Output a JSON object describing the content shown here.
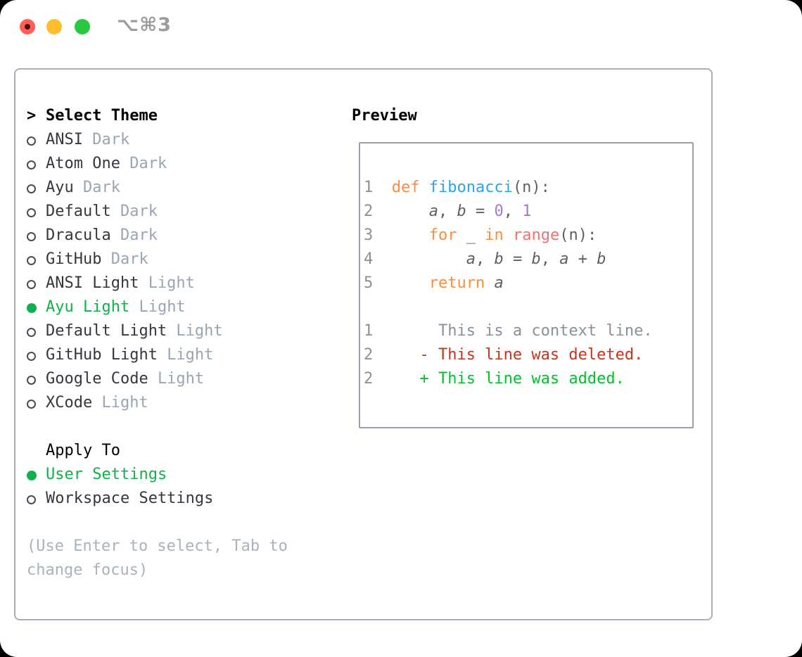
{
  "window": {
    "title": "⌥⌘3"
  },
  "panel": {
    "prompt": ">",
    "select_theme_header": "Select Theme",
    "themes": [
      {
        "name": "ANSI",
        "variant": "Dark",
        "selected": false
      },
      {
        "name": "Atom One",
        "variant": "Dark",
        "selected": false
      },
      {
        "name": "Ayu",
        "variant": "Dark",
        "selected": false
      },
      {
        "name": "Default",
        "variant": "Dark",
        "selected": false
      },
      {
        "name": "Dracula",
        "variant": "Dark",
        "selected": false
      },
      {
        "name": "GitHub",
        "variant": "Dark",
        "selected": false
      },
      {
        "name": "ANSI Light",
        "variant": "Light",
        "selected": false
      },
      {
        "name": "Ayu Light",
        "variant": "Light",
        "selected": true
      },
      {
        "name": "Default Light",
        "variant": "Light",
        "selected": false
      },
      {
        "name": "GitHub Light",
        "variant": "Light",
        "selected": false
      },
      {
        "name": "Google Code",
        "variant": "Light",
        "selected": false
      },
      {
        "name": "XCode",
        "variant": "Light",
        "selected": false
      }
    ],
    "apply_to": {
      "header": "Apply To",
      "options": [
        {
          "label": "User Settings",
          "selected": true
        },
        {
          "label": "Workspace Settings",
          "selected": false
        }
      ]
    },
    "hint_lines": [
      "(Use Enter to select, Tab to",
      "change focus)"
    ]
  },
  "preview": {
    "header": "Preview",
    "code_lines": [
      {
        "num": "1",
        "tokens": [
          {
            "t": "def ",
            "c": "kw"
          },
          {
            "t": "fibonacci",
            "c": "fn"
          },
          {
            "t": "(n):",
            "c": "pl"
          }
        ]
      },
      {
        "num": "2",
        "tokens": [
          {
            "t": "    ",
            "c": "pl"
          },
          {
            "t": "a",
            "c": "var"
          },
          {
            "t": ", ",
            "c": "pl"
          },
          {
            "t": "b",
            "c": "var"
          },
          {
            "t": " = ",
            "c": "pl"
          },
          {
            "t": "0",
            "c": "num"
          },
          {
            "t": ", ",
            "c": "pl"
          },
          {
            "t": "1",
            "c": "num"
          }
        ]
      },
      {
        "num": "3",
        "tokens": [
          {
            "t": "    ",
            "c": "pl"
          },
          {
            "t": "for",
            "c": "kw"
          },
          {
            "t": " _ ",
            "c": "pl"
          },
          {
            "t": "in",
            "c": "kw"
          },
          {
            "t": " ",
            "c": "pl"
          },
          {
            "t": "range",
            "c": "rng"
          },
          {
            "t": "(n):",
            "c": "pl"
          }
        ]
      },
      {
        "num": "4",
        "tokens": [
          {
            "t": "        ",
            "c": "pl"
          },
          {
            "t": "a",
            "c": "var"
          },
          {
            "t": ", ",
            "c": "pl"
          },
          {
            "t": "b",
            "c": "var"
          },
          {
            "t": " = ",
            "c": "pl"
          },
          {
            "t": "b",
            "c": "var"
          },
          {
            "t": ", ",
            "c": "pl"
          },
          {
            "t": "a",
            "c": "var"
          },
          {
            "t": " + ",
            "c": "pl"
          },
          {
            "t": "b",
            "c": "var"
          }
        ]
      },
      {
        "num": "5",
        "tokens": [
          {
            "t": "    ",
            "c": "pl"
          },
          {
            "t": "return",
            "c": "kw"
          },
          {
            "t": " ",
            "c": "pl"
          },
          {
            "t": "a",
            "c": "var"
          }
        ]
      }
    ],
    "diff_lines": [
      {
        "num": "1",
        "kind": "context",
        "text": "     This is a context line."
      },
      {
        "num": "2",
        "kind": "deleted",
        "text": "   - This line was deleted."
      },
      {
        "num": "2",
        "kind": "added",
        "text": "   + This line was added."
      }
    ]
  },
  "colors": {
    "traffic-red": "#ff5f57",
    "traffic-red-dot": "#4e0b07",
    "traffic-yellow": "#febc2e",
    "traffic-green": "#28c840",
    "title-gray": "#9b9b9b",
    "panel-border": "#a9aeb8",
    "preview-border": "#9aa1ab",
    "header-black": "#000000",
    "text-dark": "#34383e",
    "muted-gray": "#9aa5b3",
    "hint-gray": "#a9b2be",
    "circle-gray": "#474c54",
    "select-green": "#10b14c",
    "gutter-gray": "#8a9199",
    "code-default": "#5c6166",
    "kw-orange": "#fa8d3e",
    "fn-blue": "#2aa5e8",
    "num-purple": "#a37acc",
    "rng-salmon": "#f07171",
    "ctx-gray": "#8a9199",
    "del-red": "#c5341e",
    "add-green": "#00c22c"
  }
}
